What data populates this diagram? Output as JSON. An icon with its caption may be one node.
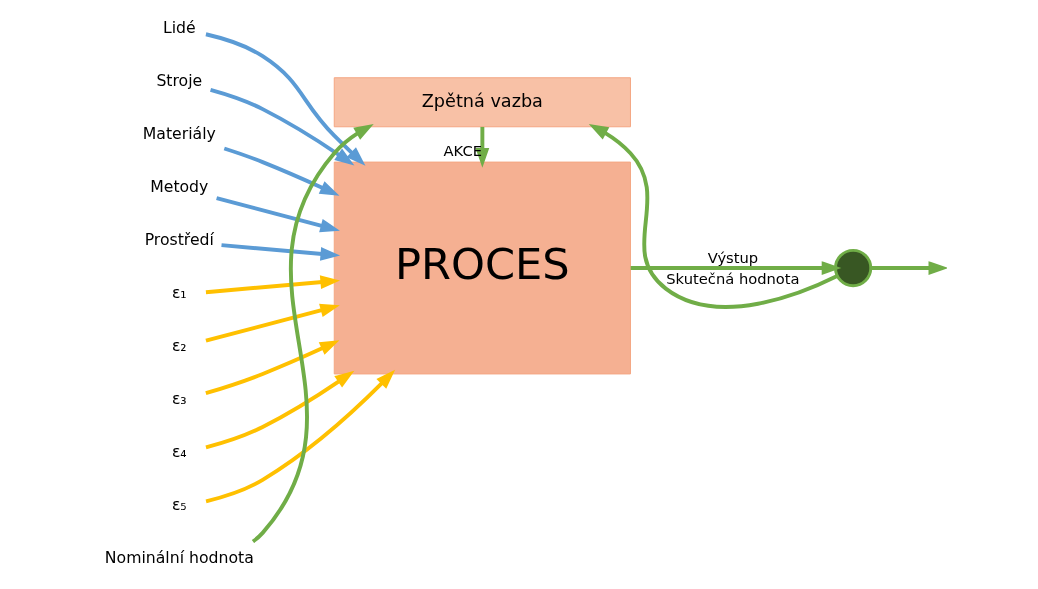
{
  "diagram": {
    "nodes": [
      {
        "text": [
          "Zpětná vazba"
        ]
      },
      {
        "text": [
          "PROCES"
        ]
      },
      {
        "text": [
          "Lidé"
        ]
      },
      {
        "text": [
          "Stroje"
        ]
      },
      {
        "text": [
          "Materiály"
        ]
      },
      {
        "text": [
          "Metody"
        ]
      },
      {
        "text": [
          "Prostředí"
        ]
      },
      {
        "text": [
          "ε₁"
        ]
      },
      {
        "text": [
          "ε₂"
        ]
      },
      {
        "text": [
          "ε₃"
        ]
      },
      {
        "text": [
          "ε₄"
        ]
      },
      {
        "text": [
          "ε₅"
        ]
      },
      {
        "text": [
          "Nominální hodnota"
        ]
      },
      {
        "text": [],
        "shape": "circle"
      }
    ],
    "edges": [
      {
        "from": 0,
        "to": 1,
        "arrow": "to",
        "label": "AKCE",
        "color": "#70ad47"
      },
      {
        "from": 2,
        "to": 1,
        "arrow": "to",
        "color": "#5b9bd5"
      },
      {
        "from": 3,
        "to": 1,
        "arrow": "to",
        "color": "#5b9bd5"
      },
      {
        "from": 4,
        "to": 1,
        "arrow": "to",
        "color": "#5b9bd5"
      },
      {
        "from": 5,
        "to": 1,
        "arrow": "to",
        "color": "#5b9bd5"
      },
      {
        "from": 6,
        "to": 1,
        "arrow": "to",
        "color": "#5b9bd5"
      },
      {
        "from": 7,
        "to": 1,
        "arrow": "to",
        "color": "#ffc000"
      },
      {
        "from": 8,
        "to": 1,
        "arrow": "to",
        "color": "#ffc000"
      },
      {
        "from": 9,
        "to": 1,
        "arrow": "to",
        "color": "#ffc000"
      },
      {
        "from": 10,
        "to": 1,
        "arrow": "to",
        "color": "#ffc000"
      },
      {
        "from": 11,
        "to": 1,
        "arrow": "to",
        "color": "#ffc000"
      },
      {
        "from": 12,
        "to": 0,
        "arrow": "to",
        "color": "#70ad47"
      },
      {
        "from": 1,
        "to": 13,
        "arrow": "to",
        "label": "Výstup",
        "color": "#70ad47"
      },
      {
        "from": 13,
        "to": 0,
        "arrow": "to",
        "label": "Skutečná hodnota",
        "color": "#70ad47"
      },
      {
        "from": 13,
        "to": null,
        "arrow": "to",
        "color": "#70ad47"
      }
    ]
  }
}
